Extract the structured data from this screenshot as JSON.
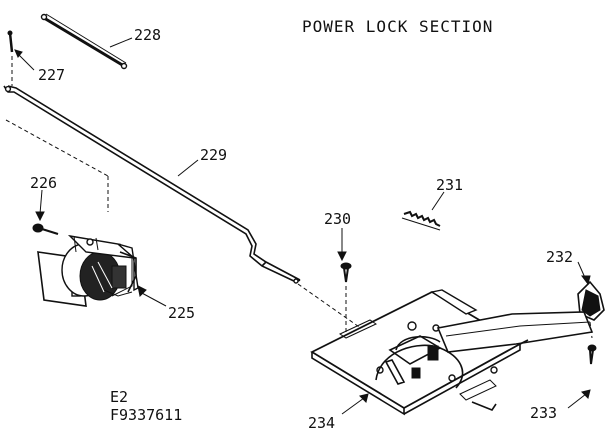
{
  "title": "POWER LOCK SECTION",
  "parts": {
    "p225": "225",
    "p226": "226",
    "p227": "227",
    "p228": "228",
    "p229": "229",
    "p230": "230",
    "p231": "231",
    "p232": "232",
    "p233": "233",
    "p234": "234"
  },
  "footer": {
    "code": "E2",
    "drawing_number": "F9337611"
  }
}
